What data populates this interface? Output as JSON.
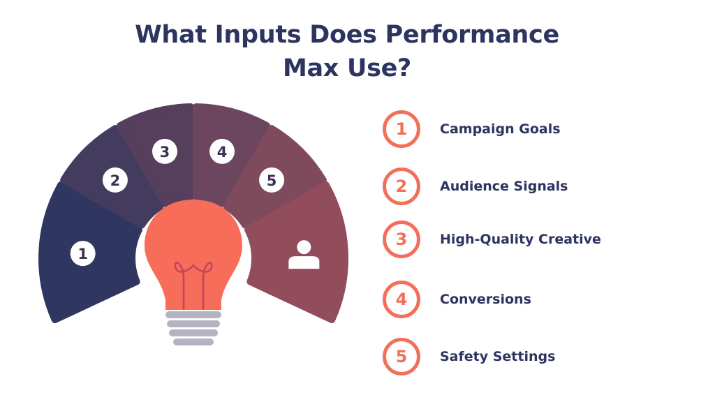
{
  "title_line1": "What Inputs Does Performance",
  "title_line2": "Max Use?",
  "colors": {
    "title": "#2d3460",
    "accent": "#f2705a",
    "bulb": "#f76d5a",
    "base": "#b3b3c2",
    "segments": [
      "#2f3760",
      "#433c5e",
      "#553f5c",
      "#6b465e",
      "#7f4a5c",
      "#924d5c"
    ]
  },
  "wheel": {
    "segments": [
      {
        "label": "1"
      },
      {
        "label": "2"
      },
      {
        "label": "3"
      },
      {
        "label": "4"
      },
      {
        "label": "5"
      },
      {
        "icon": "person-icon"
      }
    ]
  },
  "legend": {
    "items": [
      {
        "num": "1",
        "label": "Campaign Goals"
      },
      {
        "num": "2",
        "label": "Audience Signals"
      },
      {
        "num": "3",
        "label": "High-Quality Creative"
      },
      {
        "num": "4",
        "label": "Conversions"
      },
      {
        "num": "5",
        "label": "Safety Settings"
      }
    ]
  }
}
